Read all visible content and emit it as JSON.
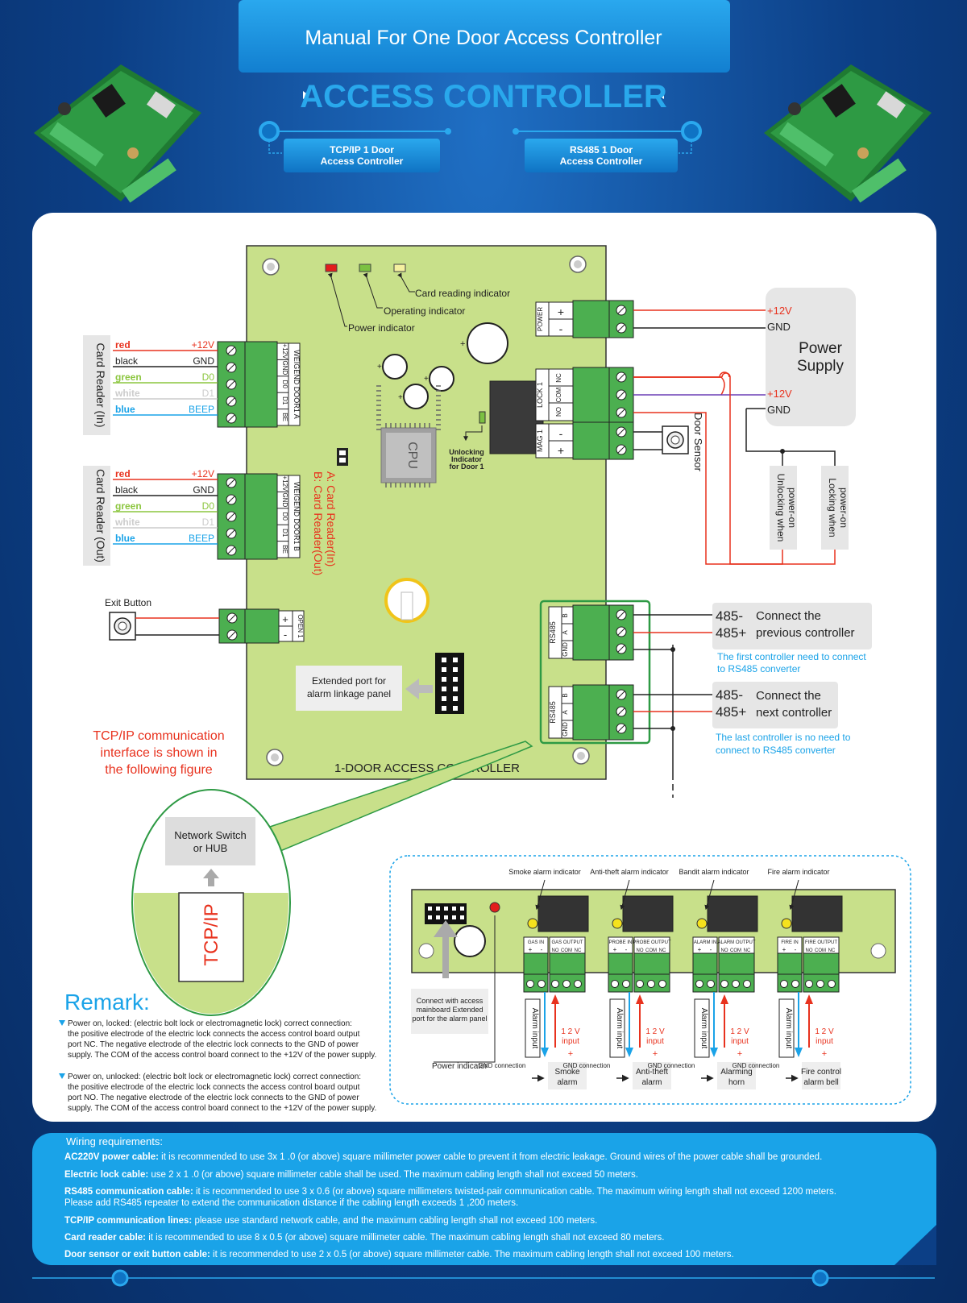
{
  "header": {
    "manual_title": "Manual For One Door Access Controller",
    "brand_title": "ACCESS CONTROLLER",
    "tabs": [
      {
        "line1": "TCP/IP 1 Door",
        "line2": "Access Controller"
      },
      {
        "line1": "RS485 1 Door",
        "line2": "Access Controller"
      }
    ]
  },
  "board": {
    "indicators": {
      "card_reading": "Card reading indicator",
      "operating": "Operating indicator",
      "power": "Power indicator"
    },
    "cpu_label": "CPU",
    "unlock_indicator": [
      "Unlocking",
      "Indicator",
      "for Door 1"
    ],
    "jumper_notes": {
      "a": "A: Card Reader(In)",
      "b": "B: Card Reader(Out)"
    },
    "extended_port": [
      "Extended port for",
      "alarm linkage panel"
    ],
    "board_name": "1-DOOR ACCESS CONTROLLER",
    "power_pins": [
      "POWER",
      "+",
      "-"
    ],
    "lock_pins": [
      "LOCK 1",
      "NC",
      "COM",
      "NO"
    ],
    "mag_pins": [
      "MAG 1",
      "-",
      "+"
    ],
    "weigand_a": [
      "WEIGEND DOOR1 A",
      "+12V",
      "GND",
      "D0",
      "D1",
      "BE"
    ],
    "weigand_b": [
      "WEIGEND DOOR1 B",
      "+12V",
      "GND",
      "D0",
      "D1",
      "BE"
    ],
    "open_pins": [
      "OPEN 1",
      "+",
      "-"
    ],
    "rs485_pins": [
      "RS485",
      "B",
      "A",
      "GND"
    ]
  },
  "card_reader_in": {
    "title": "Card Reader (In)",
    "wires": [
      {
        "color_name": "red",
        "signal": "+12V",
        "hex": "#e8321e"
      },
      {
        "color_name": "black",
        "signal": "GND",
        "hex": "#222222"
      },
      {
        "color_name": "green",
        "signal": "D0",
        "hex": "#8cc63f"
      },
      {
        "color_name": "white",
        "signal": "D1",
        "hex": "#cccccc"
      },
      {
        "color_name": "blue",
        "signal": "BEEP",
        "hex": "#1aa3e8"
      }
    ]
  },
  "card_reader_out": {
    "title": "Card Reader (Out)",
    "wires": [
      {
        "color_name": "red",
        "signal": "+12V",
        "hex": "#e8321e"
      },
      {
        "color_name": "black",
        "signal": "GND",
        "hex": "#222222"
      },
      {
        "color_name": "green",
        "signal": "D0",
        "hex": "#8cc63f"
      },
      {
        "color_name": "white",
        "signal": "D1",
        "hex": "#cccccc"
      },
      {
        "color_name": "blue",
        "signal": "BEEP",
        "hex": "#1aa3e8"
      }
    ]
  },
  "exit_button": "Exit Button",
  "power_supply": {
    "title_line1": "Power",
    "title_line2": "Supply",
    "v12_top": "+12V",
    "gnd_top": "GND",
    "v12_bottom": "+12V",
    "gnd_bottom": "GND"
  },
  "door_sensor": "Door Sensor",
  "locks": {
    "unlocking": [
      "Unlocking when",
      "power-on"
    ],
    "locking": [
      "Locking when",
      "power-on"
    ]
  },
  "rs485": {
    "prev": {
      "minus": "485-",
      "plus": "485+",
      "line1": "Connect the",
      "line2": "previous controller"
    },
    "prev_note": [
      "The first controller need to connect",
      "to RS485 converter"
    ],
    "next": {
      "minus": "485-",
      "plus": "485+",
      "line1": "Connect the",
      "line2": "next controller"
    },
    "next_note": [
      "The last controller is no need to",
      "connect  to RS485 converter"
    ]
  },
  "tcp_note": [
    "TCP/IP communication",
    "interface is shown in",
    "the following figure"
  ],
  "network": {
    "switch": [
      "Network Switch",
      "or HUB"
    ],
    "port": "TCP/IP"
  },
  "alarm_panel": {
    "indicators": [
      "Smoke alarm indicator",
      "Anti-theft alarm indicator",
      "Bandit alarm indicator",
      "Fire alarm indicator"
    ],
    "inputs": [
      "GAS IN",
      "PROBE IN",
      "ALARM IN",
      "FIRE IN"
    ],
    "outputs": [
      "GAS OUTPUT",
      "PROBE OUTPUT",
      "ALARM OUTPUT",
      "FIRE OUTPUT"
    ],
    "pm": [
      "+",
      "-"
    ],
    "out_pins": [
      "NO",
      "COM",
      "NC"
    ],
    "alarm_input": "Alarm input",
    "v12_input": [
      "1 2 V",
      "input"
    ],
    "plus": "+",
    "gnd_connection": "GND connection",
    "devices": [
      [
        "Smoke",
        "alarm"
      ],
      [
        "Anti-theft",
        "alarm"
      ],
      [
        "Alarming",
        "horn"
      ],
      [
        "Fire control",
        "alarm bell"
      ]
    ],
    "connect_note": [
      "Connect  with  access",
      "mainboard  Extended",
      "port for the alarm panel"
    ],
    "power_indicator": "Power indicator"
  },
  "remark": {
    "title": "Remark:",
    "para1": [
      "Power on, locked: (electric bolt lock or electromagnetic lock) correct connection:",
      "the positive electrode of the electric lock connects the access control board output",
      "port NC. The negative electrode of the electric lock connects to the GND of power",
      "supply. The COM of the  access control board connect to the +12V of the power supply."
    ],
    "para2": [
      "Power on, unlocked: (electric bolt lock or electromagnetic lock) correct connection:",
      "the positive electrode of the electric lock connects the access control board output",
      "port NO. The negative electrode of the electric lock connects to the GND of power",
      "supply. The COM of the  access control board connect to the +12V of the power supply."
    ]
  },
  "wiring": {
    "title": "Wiring requirements:",
    "items": [
      {
        "label": "AC220V power cable:",
        "text": " it is recommended to use 3x 1 .0 (or above) square millimeter power cable to prevent it from electric leakage. Ground wires of the power cable shall be grounded."
      },
      {
        "label": "Electric lock cable:",
        "text": " use 2 x 1 .0 (or above) square millimeter cable shall be used. The maximum cabling length shall not exceed 50 meters."
      },
      {
        "label": "RS485 communication cable:",
        "text": " it is recommended to use 3 x 0.6 (or above) square millimeters twisted-pair communication cable. The maximum wiring length shall not exceed 1200 meters.",
        "line2": "Please add RS485 repeater to extend the communication distance if the cabling length exceeds 1 ,200 meters."
      },
      {
        "label": "TCP/IP communication lines:",
        "text": " please use standard network cable, and the maximum cabling length shall not exceed 100 meters."
      },
      {
        "label": "Card reader cable:",
        "text": " it is recommended to use 8 x 0.5 (or above) square millimeter cable. The maximum cabling length shall not exceed 80 meters."
      },
      {
        "label": "Door sensor or exit button cable:",
        "text": " it is recommended to use 2 x 0.5 (or above) square millimeter cable. The maximum cabling length shall not exceed 100 meters."
      }
    ]
  }
}
